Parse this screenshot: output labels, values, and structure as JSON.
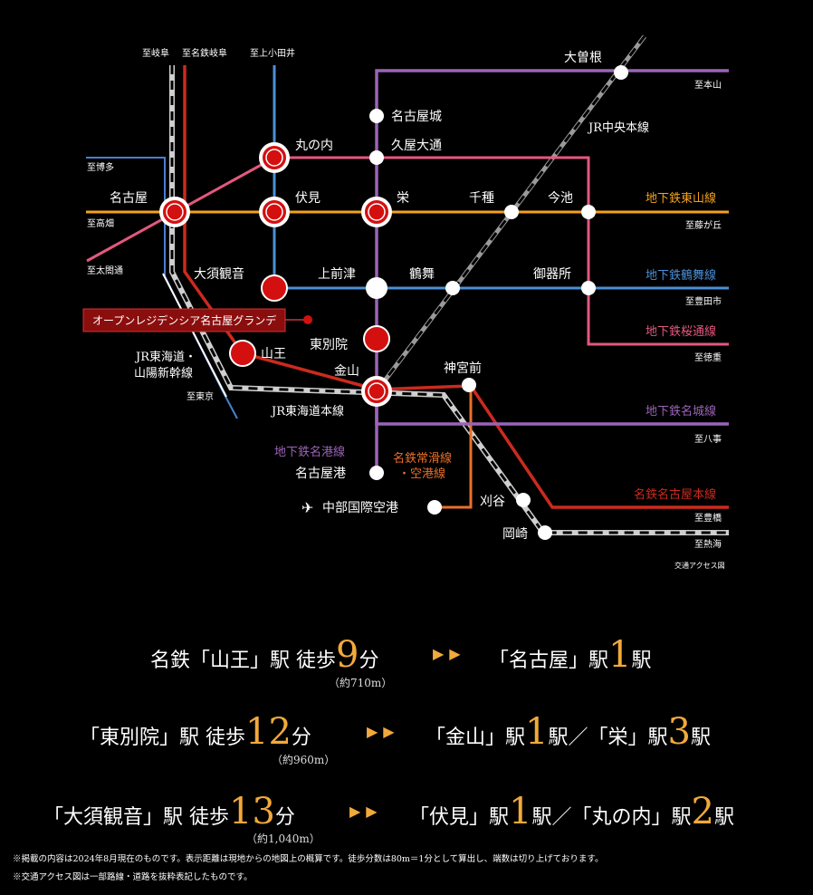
{
  "map": {
    "directions": {
      "gifu": "至岐阜",
      "meitetsu_gifu": "至名鉄岐阜",
      "kamiotai": "至上小田井",
      "hakata": "至博多",
      "takabata": "至高畑",
      "taikodori": "至太閤通",
      "tokyo": "至東京",
      "motoyama": "至本山",
      "fujigaoka": "至藤が丘",
      "toyotashi": "至豊田市",
      "tokushige": "至徳重",
      "yagoto": "至八事",
      "toyohashi": "至豊橋",
      "atsumi": "至熱海"
    },
    "lines": {
      "higashiyama": "地下鉄東山線",
      "tsurumai": "地下鉄鶴舞線",
      "sakuradori": "地下鉄桜通線",
      "meijo": "地下鉄名城線",
      "meiko": "地下鉄名港線",
      "meitetsu_main": "名鉄名古屋本線",
      "tokoname_1": "名鉄常滑線",
      "tokoname_2": "・空港線",
      "jr_chuo": "JR中央本線",
      "jr_tokaido": "JR東海道本線",
      "jr_tokaido_shin_1": "JR東海道・",
      "jr_tokaido_shin_2": "山陽新幹線"
    },
    "stations": {
      "ozone": "大曽根",
      "nagoyajo": "名古屋城",
      "marunouchi": "丸の内",
      "hisaya": "久屋大通",
      "nagoya": "名古屋",
      "fushimi": "伏見",
      "sakae": "栄",
      "chikusa": "千種",
      "imaike": "今池",
      "osu": "大須観音",
      "kamimaezu": "上前津",
      "tsurumai": "鶴舞",
      "gokiso": "御器所",
      "sanno": "山王",
      "higashibetsuin": "東別院",
      "kanayama": "金山",
      "jingumae": "神宮前",
      "nagoyako": "名古屋港",
      "airport": "中部国際空港",
      "kariya": "刈谷",
      "okazaki": "岡崎"
    },
    "property": "オープンレジデンシア名古屋グランデ",
    "caption": "交通アクセス図",
    "colors": {
      "higashiyama": "#f5a21b",
      "tsurumai": "#4a8fd6",
      "sakuradori": "#e4587f",
      "meijo": "#9b64b8",
      "meitetsu": "#cc2a1e",
      "tokoname": "#e8702a",
      "jr": "#9a9a9a",
      "station_red": "#d40f0f"
    }
  },
  "access": [
    {
      "from": "名鉄「山王」駅 徒歩",
      "min": "9",
      "unit": "分",
      "dist": "（約710m）",
      "to_a": "「名古屋」駅",
      "to_a_n": "1",
      "to_a_u": "駅",
      "sep": "",
      "to_b": "",
      "to_b_n": "",
      "to_b_u": ""
    },
    {
      "from": "「東別院」駅 徒歩",
      "min": "12",
      "unit": "分",
      "dist": "（約960m）",
      "to_a": "「金山」駅",
      "to_a_n": "1",
      "to_a_u": "駅",
      "sep": "／",
      "to_b": "「栄」駅",
      "to_b_n": "3",
      "to_b_u": "駅"
    },
    {
      "from": "「大須観音」駅 徒歩",
      "min": "13",
      "unit": "分",
      "dist": "（約1,040m）",
      "to_a": "「伏見」駅",
      "to_a_n": "1",
      "to_a_u": "駅",
      "sep": "／",
      "to_b": "「丸の内」駅",
      "to_b_n": "2",
      "to_b_u": "駅"
    }
  ],
  "arrow": "▶▶",
  "notes": [
    "※掲載の内容は2024年8月現在のものです。表示距離は現地からの地図上の概算です。徒歩分数は80m＝1分として算出し、端数は切り上げております。",
    "※交通アクセス図は一部路線・道路を抜粋表記したものです。"
  ]
}
